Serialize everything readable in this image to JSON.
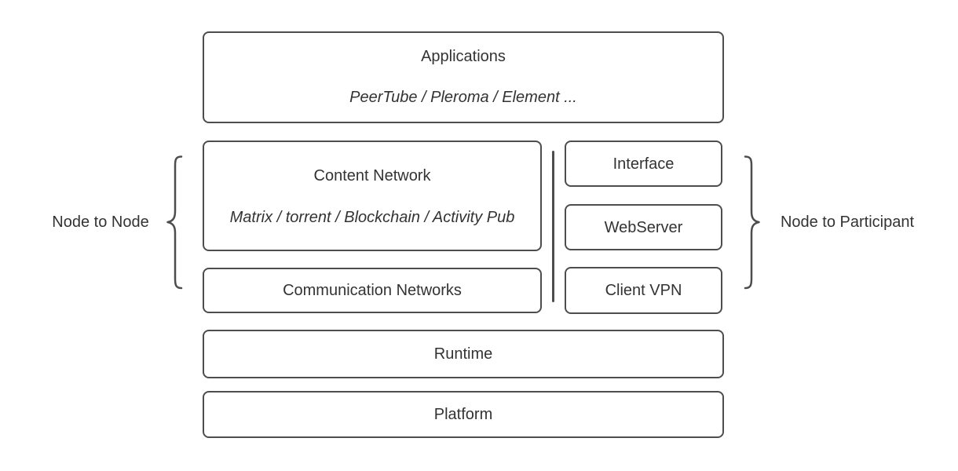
{
  "colors": {
    "stroke": "#4d4d4d",
    "text": "#333333",
    "background": "#ffffff"
  },
  "boxes": {
    "applications": {
      "title": "Applications",
      "subtitle": "PeerTube / Pleroma / Element ..."
    },
    "content_network": {
      "title": "Content Network",
      "subtitle": "Matrix / torrent / Blockchain / Activity Pub"
    },
    "communication_networks": {
      "title": "Communication Networks"
    },
    "interface": {
      "title": "Interface"
    },
    "webserver": {
      "title": "WebServer"
    },
    "client_vpn": {
      "title": "Client VPN"
    },
    "runtime": {
      "title": "Runtime"
    },
    "platform": {
      "title": "Platform"
    }
  },
  "annotations": {
    "node_to_node": "Node to Node",
    "node_to_participant": "Node to Participant"
  }
}
